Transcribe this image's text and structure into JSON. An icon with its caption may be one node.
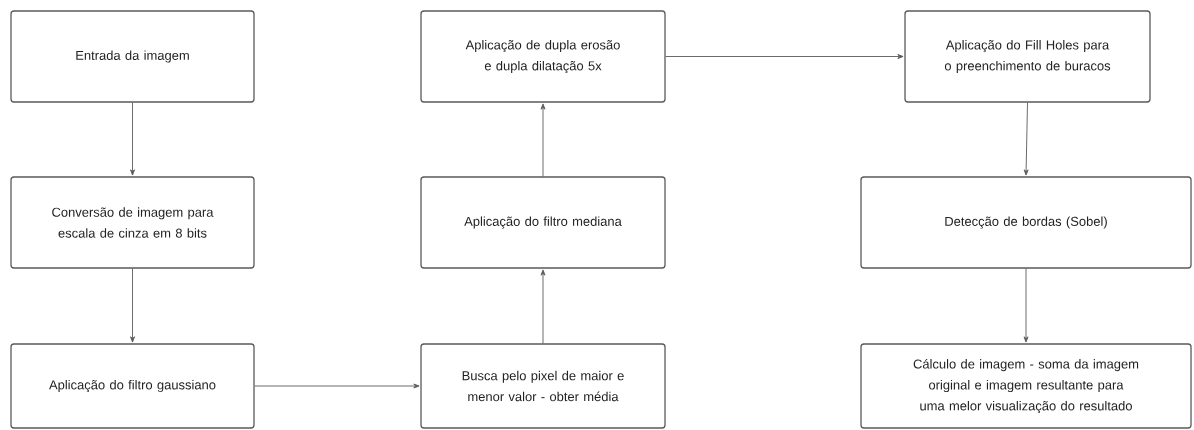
{
  "diagram": {
    "nodes": [
      {
        "text": [
          "Entrada da imagem"
        ]
      },
      {
        "text": [
          "Conversão de imagem para escala de cinza em 8 bits"
        ]
      },
      {
        "text": [
          "Aplicação do filtro gaussiano"
        ]
      },
      {
        "text": [
          "Busca pelo pixel de maior e menor valor - obter média"
        ]
      },
      {
        "text": [
          "Aplicação do filtro mediana"
        ]
      },
      {
        "text": [
          "Aplicação de dupla erosão e dupla dilatação 5x"
        ]
      },
      {
        "text": [
          "Aplicação do Fill Holes para o preenchimento de buracos"
        ]
      },
      {
        "text": [
          "Detecção de bordas (Sobel)"
        ]
      },
      {
        "text": [
          "Cálculo de imagem - soma da imagem original e imagem resultante para uma melor visualização do resultado"
        ]
      }
    ],
    "edges": [
      {
        "from": 0,
        "to": 1,
        "arrow": "to"
      },
      {
        "from": 1,
        "to": 2,
        "arrow": "to"
      },
      {
        "from": 2,
        "to": 3,
        "arrow": "to"
      },
      {
        "from": 3,
        "to": 4,
        "arrow": "to"
      },
      {
        "from": 4,
        "to": 5,
        "arrow": "to"
      },
      {
        "from": 5,
        "to": 6,
        "arrow": "to"
      },
      {
        "from": 6,
        "to": 7,
        "arrow": "to"
      },
      {
        "from": 7,
        "to": 8,
        "arrow": "to"
      }
    ]
  }
}
